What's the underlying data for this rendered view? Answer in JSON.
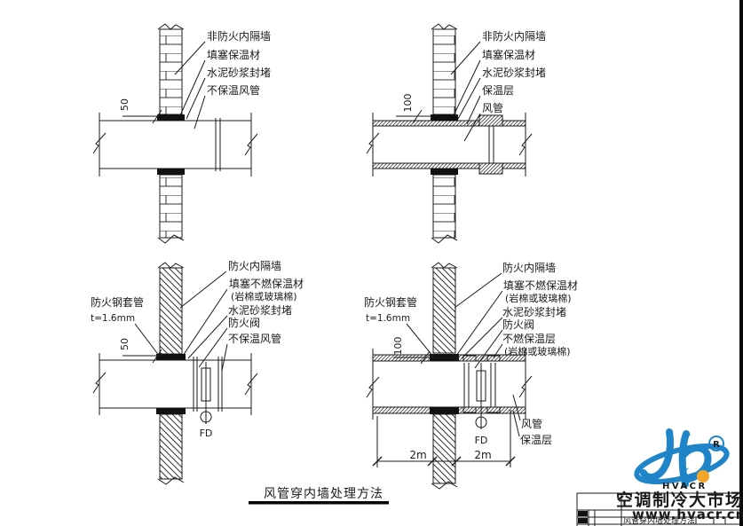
{
  "caption": "风管穿内墙处理方法",
  "diagram_tl": {
    "labels": {
      "wall": "非防火内隔墙",
      "fill": "填塞保温材",
      "mortar": "水泥砂浆封堵",
      "duct": "不保温风管"
    },
    "dim": "50"
  },
  "diagram_tr": {
    "labels": {
      "wall": "非防火内隔墙",
      "fill": "填塞保温材",
      "mortar": "水泥砂浆封堵",
      "ins": "保温层",
      "duct": "风管"
    },
    "dim": "100"
  },
  "diagram_bl": {
    "labels": {
      "sleeve": "防火钢套管",
      "thickness": "t=1.6mm",
      "wall": "防火内隔墙",
      "fill": "填塞不燃保温材",
      "fill2": "(岩棉或玻璃棉)",
      "mortar": "水泥砂浆封堵",
      "damper": "防火阀",
      "duct": "不保温风管"
    },
    "dim": "50",
    "fd": "FD"
  },
  "diagram_br": {
    "labels": {
      "sleeve": "防火钢套管",
      "thickness": "t=1.6mm",
      "wall": "防火内隔墙",
      "fill": "填塞不燃保温材",
      "fill2": "(岩棉或玻璃棉)",
      "mortar": "水泥砂浆封堵",
      "damper": "防火阀",
      "ins_layer": "不燃保温层",
      "ins_layer2": "(岩棉或玻璃棉)",
      "duct": "风管",
      "ins": "保温层"
    },
    "dim": "100",
    "fd": "FD",
    "dim_left": "2m",
    "dim_right": "2m"
  },
  "watermark": {
    "brand": "HVACR",
    "registered": "R",
    "market": "空调制冷大市场",
    "url": "www.hvacr.cn",
    "blue": "#1f85c8",
    "orange": "#f4a428"
  },
  "title_block": {
    "drawing_name": "风管穿内墙处理方法"
  }
}
